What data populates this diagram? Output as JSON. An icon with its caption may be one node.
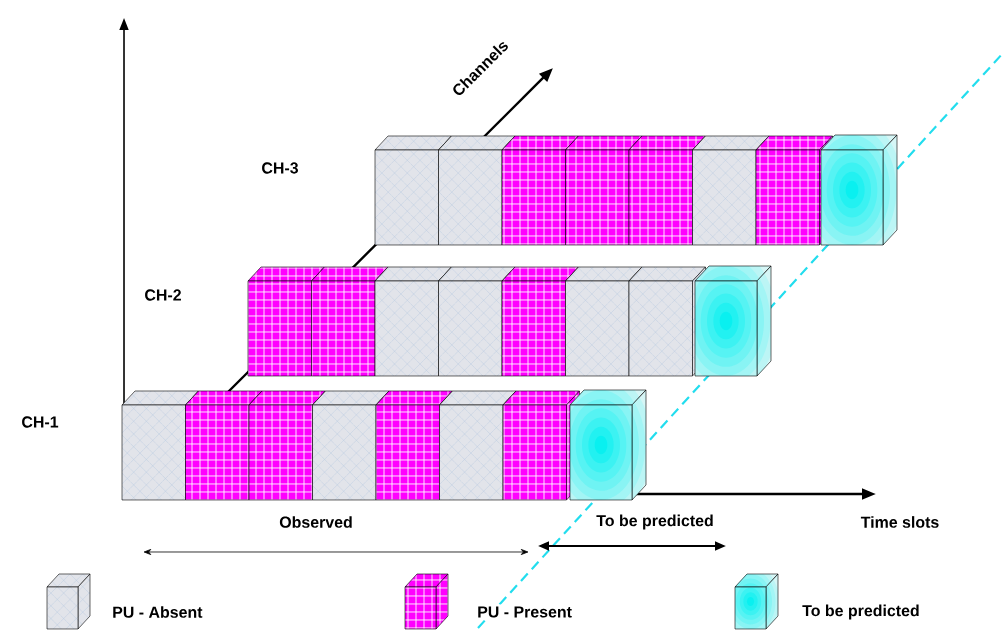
{
  "diagram": {
    "labels": [
      "Channels",
      "CH-3",
      "CH-2",
      "CH-1",
      "Observed",
      "To be predicted",
      "Time slots"
    ],
    "legend": [
      {
        "text": "PU - Absent"
      },
      {
        "text": "PU - Present"
      },
      {
        "text": "To be predicted"
      }
    ]
  }
}
